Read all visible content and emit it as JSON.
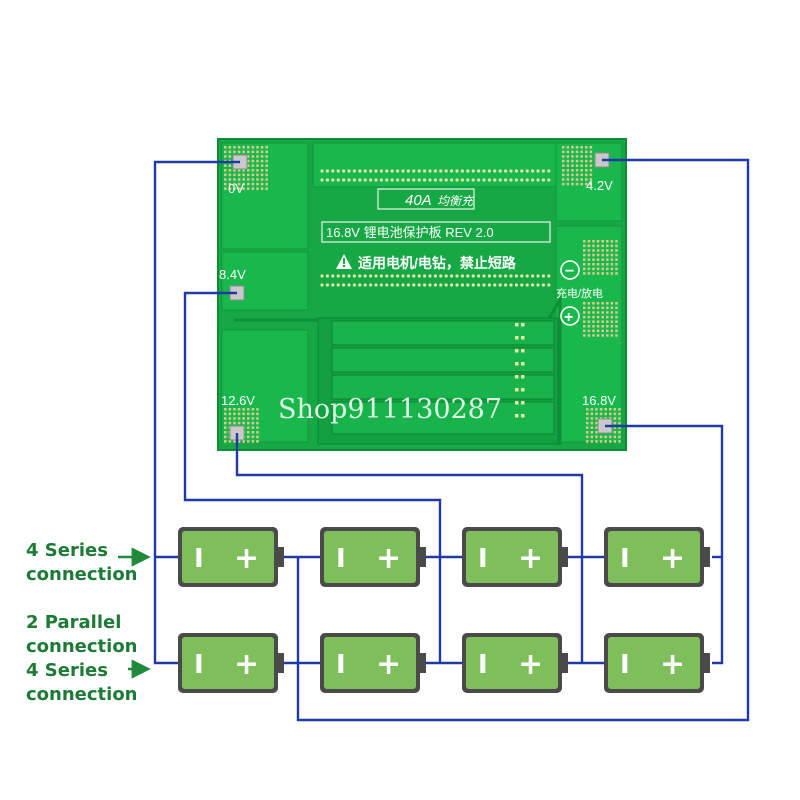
{
  "board": {
    "current_rating": "40A",
    "brand": "均衡充",
    "title": "16.8V 锂电池保护板 REV 2.0",
    "warning": "适用电机/电钻，禁止短路",
    "charge_discharge": "充电/放电",
    "minus_sign": "−",
    "plus_sign": "+",
    "pad_labels": {
      "zero": "0V",
      "v42": "4.2V",
      "v84": "8.4V",
      "v126": "12.6V",
      "v168": "16.8V"
    }
  },
  "watermark": "Shop911130287",
  "battery": {
    "negative_symbol": "I",
    "positive_symbol": "+",
    "rows": 2,
    "per_row": 4
  },
  "labels": {
    "series_line1": "4 Series",
    "series_line2": "connection",
    "parallel_line1": "2 Parallel",
    "parallel_line2": "connection",
    "parallel_line3": "4 Series",
    "parallel_line4": "connection"
  },
  "colors": {
    "pcb": "#17b04a",
    "pcb_dark": "#0e8f38",
    "wire": "#1f3aa6",
    "battery_body": "#7fbf5b",
    "battery_frame": "#555555",
    "label_text": "#1e7a37",
    "arrow": "#1e8a3a"
  }
}
